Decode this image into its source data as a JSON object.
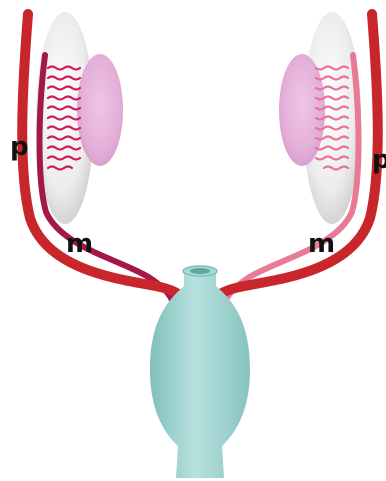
{
  "labels": {
    "left_p": "p",
    "left_m": "m",
    "right_m": "m",
    "right_p": "p"
  },
  "colors": {
    "background": "#ffffff",
    "paramesonephric_duct": "#c8262a",
    "mesonephric_duct_left": "#a3174a",
    "mesonephric_duct_right": "#e97a95",
    "tubules_left": "#cc1e5a",
    "tubules_right": "#e8729a",
    "mesonephros": "#ededed",
    "gonad": "#e6b3dc",
    "urogenital_sinus": "#9ed3d0"
  }
}
